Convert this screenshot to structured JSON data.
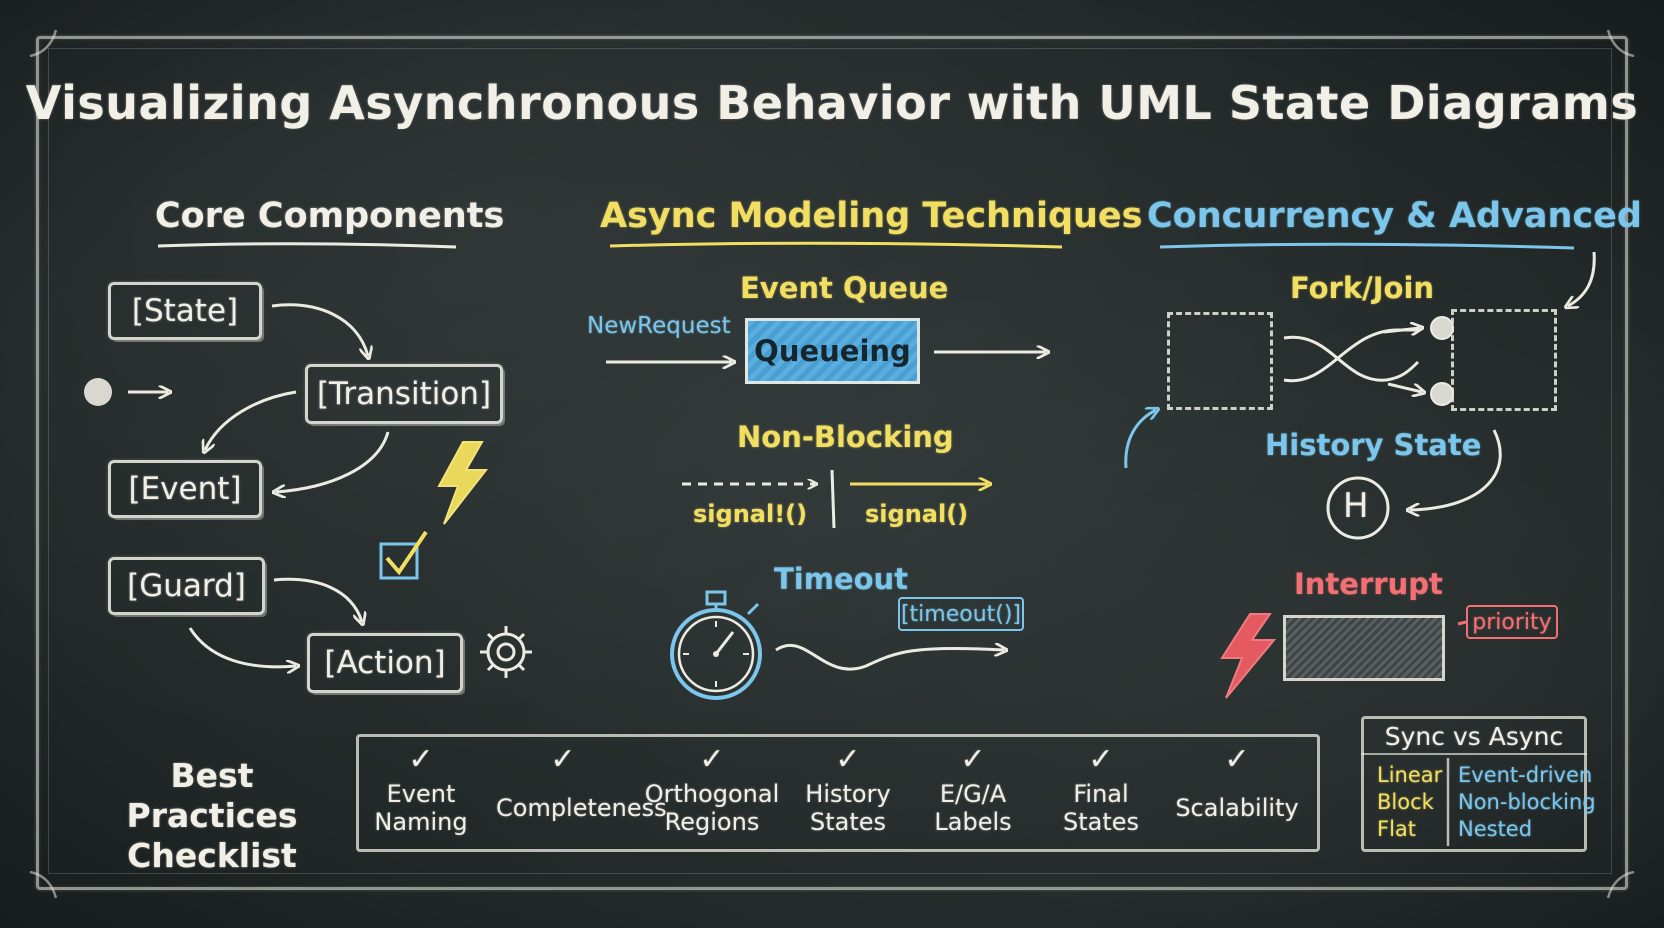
{
  "title": "Visualizing Asynchronous Behavior with UML State Diagrams",
  "colors": {
    "board": "#232a2a",
    "chalk": "#f1efe6",
    "yellow": "#f1de62",
    "blue": "#7cc6ec",
    "red": "#f26f73"
  },
  "core": {
    "heading": "Core Components",
    "state": "[State]",
    "transition": "[Transition]",
    "event": "[Event]",
    "guard": "[Guard]",
    "action": "[Action]"
  },
  "async": {
    "heading": "Async Modeling Techniques",
    "event_queue": {
      "label": "Event Queue",
      "input": "NewRequest",
      "box": "Queueing"
    },
    "non_blocking": {
      "label": "Non-Blocking",
      "left_signal": "signal!()",
      "right_signal": "signal()"
    },
    "timeout": {
      "label": "Timeout",
      "tag": "[timeout()]"
    }
  },
  "concurrency": {
    "heading": "Concurrency & Advanced",
    "fork_join": "Fork/Join",
    "history": {
      "label": "History State",
      "symbol": "H"
    },
    "interrupt": {
      "label": "Interrupt",
      "tag": "priority"
    }
  },
  "checklist": {
    "heading": "Best Practices\nChecklist",
    "check_symbol": "✓",
    "items": [
      "Event\nNaming",
      "Completeness",
      "Orthogonal\nRegions",
      "History\nStates",
      "E/G/A\nLabels",
      "Final\nStates",
      "Scalability"
    ]
  },
  "comparison": {
    "heading": "Sync vs Async",
    "sync": [
      "Linear",
      "Block",
      "Flat"
    ],
    "async": [
      "Event-driven",
      "Non-blocking",
      "Nested"
    ]
  }
}
